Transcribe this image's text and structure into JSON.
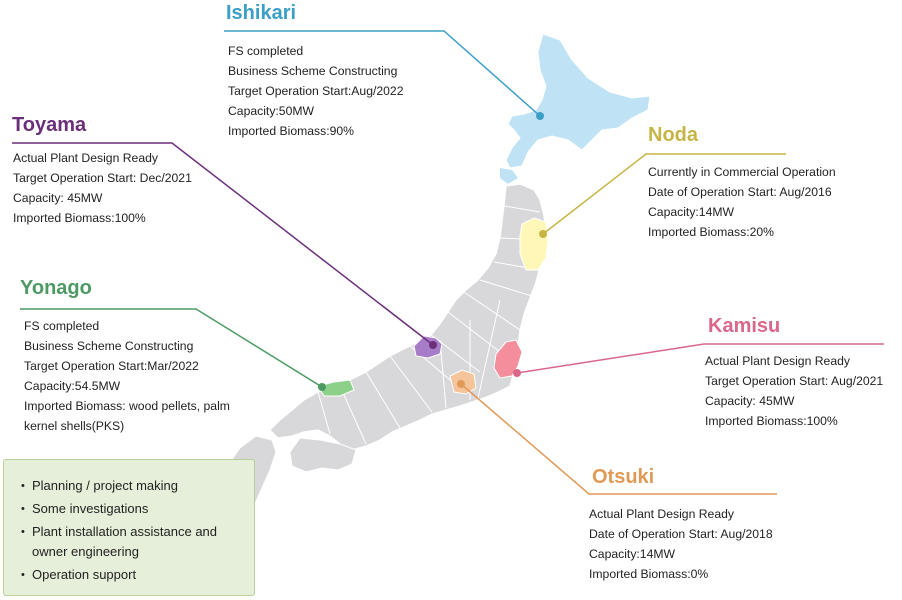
{
  "sites": {
    "ishikari": {
      "name": "Ishikari",
      "color": "#3b9fc7",
      "lines": [
        "FS completed",
        "Business Scheme Constructing",
        "Target Operation Start:Aug/2022",
        "Capacity:50MW",
        "Imported Biomass:90%"
      ]
    },
    "toyama": {
      "name": "Toyama",
      "color": "#6b2f7a",
      "lines": [
        "Actual Plant Design Ready",
        "Target Operation Start: Dec/2021",
        "Capacity: 45MW",
        "Imported Biomass:100%"
      ]
    },
    "noda": {
      "name": "Noda",
      "color": "#c6b545",
      "lines": [
        "Currently in Commercial Operation",
        "Date of Operation Start: Aug/2016",
        "Capacity:14MW",
        "Imported Biomass:20%"
      ]
    },
    "yonago": {
      "name": "Yonago",
      "color": "#4d9a64",
      "lines": [
        "FS completed",
        "Business Scheme Constructing",
        "Target Operation Start:Mar/2022",
        "Capacity:54.5MW",
        "Imported Biomass: wood pellets, palm",
        "kernel shells(PKS)"
      ]
    },
    "kamisu": {
      "name": "Kamisu",
      "color": "#d8678a",
      "lines": [
        "Actual Plant Design Ready",
        "Target Operation Start: Aug/2021",
        "Capacity: 45MW",
        "Imported Biomass:100%"
      ]
    },
    "otsuki": {
      "name": "Otsuki",
      "color": "#e09a57",
      "lines": [
        "Actual Plant Design Ready",
        "Date of Operation Start: Aug/2018",
        "Capacity:14MW",
        "Imported Biomass:0%"
      ]
    }
  },
  "services": {
    "items": [
      "Planning / project making",
      "Some investigations",
      "Plant installation assistance and owner engineering",
      "Operation support"
    ]
  },
  "colors": {
    "land": "#d8d8da",
    "land_border": "#ffffff",
    "hokkaido": "#bfe3f5",
    "noda_region": "#fff7b8",
    "toyama_region": "#a77cc8",
    "yonago_region": "#8dd08a",
    "kamisu_region": "#f58e9c",
    "otsuki_region": "#f6c49b"
  }
}
